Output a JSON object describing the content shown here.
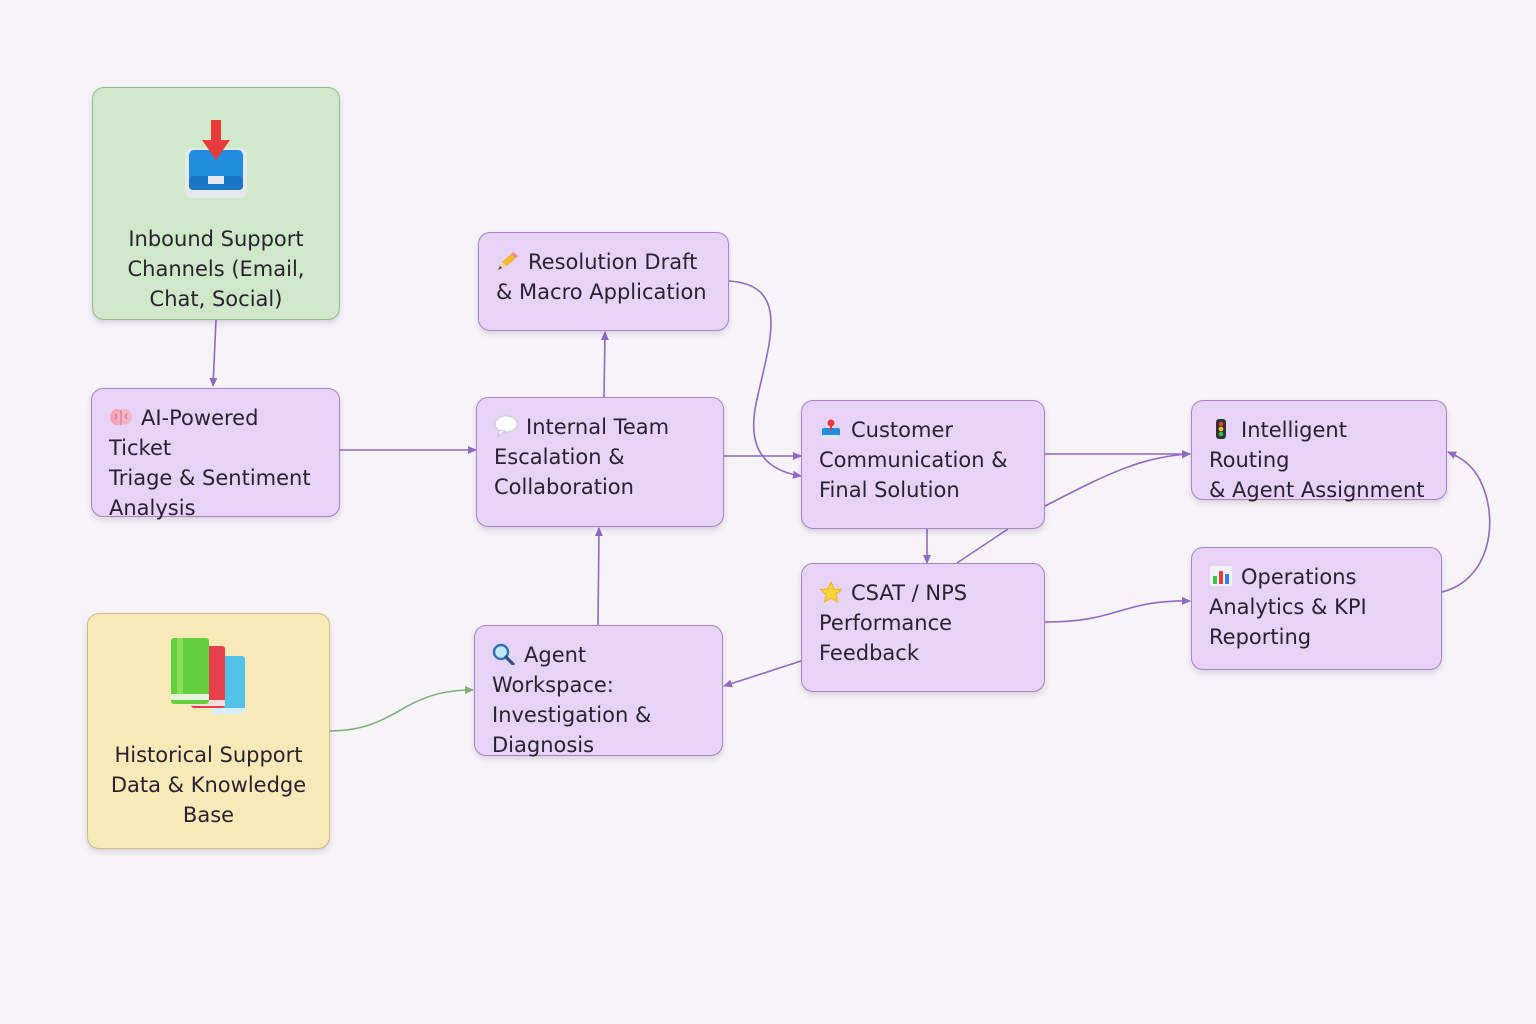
{
  "diagram": {
    "nodes": {
      "inbound": {
        "label": "Inbound Support\nChannels (Email,\nChat, Social)",
        "icon": "inbox-download-icon"
      },
      "triage": {
        "label": "AI-Powered Ticket\nTriage & Sentiment\nAnalysis",
        "icon": "brain-icon"
      },
      "historical": {
        "label": "Historical Support\nData & Knowledge\nBase",
        "icon": "books-icon"
      },
      "resolution": {
        "label": "Resolution Draft\n& Macro Application",
        "icon": "pencil-icon"
      },
      "escalation": {
        "label": "Internal Team\nEscalation &\nCollaboration",
        "icon": "speech-bubble-icon"
      },
      "workspace": {
        "label": "Agent Workspace:\nInvestigation &\nDiagnosis",
        "icon": "magnifier-icon"
      },
      "communication": {
        "label": "Customer\nCommunication &\nFinal Solution",
        "icon": "inbox-tray-icon"
      },
      "csat": {
        "label": "CSAT / NPS\nPerformance\nFeedback",
        "icon": "star-icon"
      },
      "routing": {
        "label": "Intelligent Routing\n& Agent Assignment",
        "icon": "traffic-light-icon"
      },
      "analytics": {
        "label": "Operations\nAnalytics & KPI\nReporting",
        "icon": "bar-chart-icon"
      }
    },
    "edges": [
      {
        "from": "inbound",
        "to": "triage"
      },
      {
        "from": "triage",
        "to": "escalation"
      },
      {
        "from": "escalation",
        "to": "resolution"
      },
      {
        "from": "resolution",
        "to": "communication"
      },
      {
        "from": "escalation",
        "to": "communication"
      },
      {
        "from": "historical",
        "to": "workspace"
      },
      {
        "from": "workspace",
        "to": "escalation"
      },
      {
        "from": "communication",
        "to": "routing"
      },
      {
        "from": "communication",
        "to": "csat"
      },
      {
        "from": "csat",
        "to": "routing"
      },
      {
        "from": "csat",
        "to": "workspace"
      },
      {
        "from": "csat",
        "to": "analytics"
      },
      {
        "from": "analytics",
        "to": "routing"
      }
    ],
    "colors": {
      "purple_fill": "#e7d3f6",
      "purple_edge": "#9168c4",
      "green_fill": "#cfe8c9",
      "green_edge": "#7fb07a",
      "yellow_fill": "#f8e9b8"
    }
  }
}
